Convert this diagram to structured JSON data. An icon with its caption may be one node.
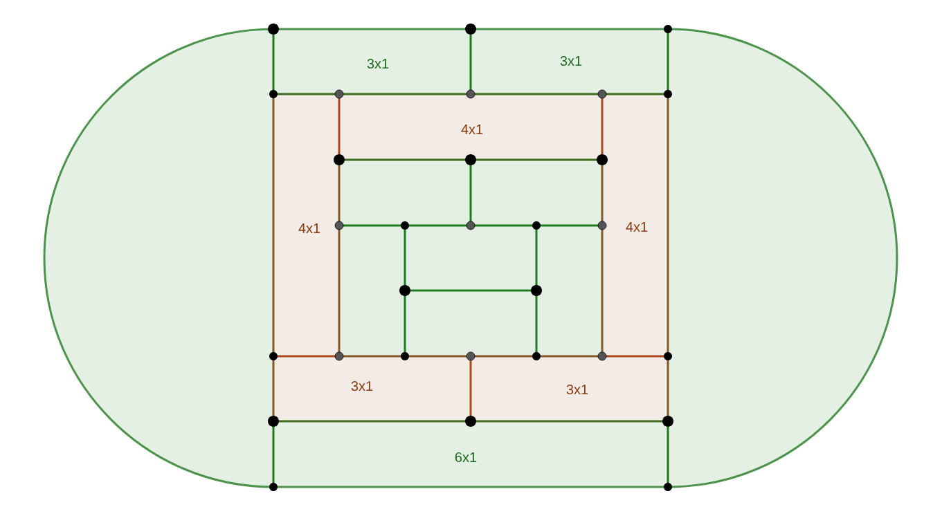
{
  "diagram": {
    "labels": [
      "3x1",
      "3x1",
      "4x1",
      "4x1",
      "4x1",
      "3x1",
      "3x1",
      "6x1"
    ]
  }
}
